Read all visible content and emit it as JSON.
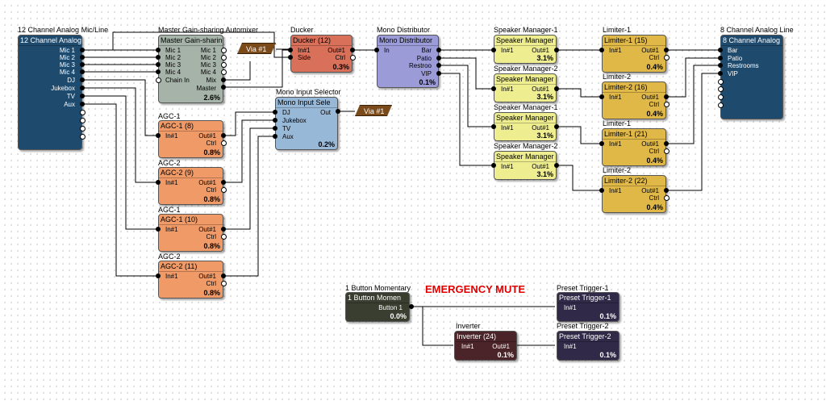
{
  "labels": {
    "analog_in": "12 Channel Analog Mic/Line",
    "automixer": "Master Gain-sharing Automixer",
    "ducker": "Ducker",
    "mono_dist": "Mono Distributor",
    "spk1": "Speaker Manager-1",
    "spk2": "Speaker Manager-2",
    "spk3": "Speaker Manager-1",
    "spk4": "Speaker Manager-2",
    "lim1": "Limiter-1",
    "lim2": "Limiter-2",
    "lim3": "Limiter-1",
    "lim4": "Limiter-2",
    "analog_out": "8 Channel Analog Line",
    "mono_sel": "Mono Input Selector",
    "agc1": "AGC-1",
    "agc2": "AGC-2",
    "agc3": "AGC-1",
    "agc4": "AGC-2",
    "momentary": "1 Button Momentary",
    "preset1": "Preset Trigger-1",
    "preset2": "Preset Trigger-2",
    "inverter": "Inverter",
    "emergency": "EMERGENCY MUTE"
  },
  "blocks": {
    "analog_in": {
      "title": "12 Channel Analog",
      "pins": [
        "Mic 1",
        "Mic 2",
        "Mic 3",
        "Mic 4",
        "DJ",
        "Jukebox",
        "TV",
        "Aux"
      ]
    },
    "automixer": {
      "title": "Master Gain-sharing",
      "in_pins": [
        "Mic 1",
        "Mic 2",
        "Mic 3",
        "Mic 4",
        "Chain In"
      ],
      "out_pins": [
        "Mic 1",
        "Mic 2",
        "Mic 3",
        "Mic 4",
        "Mix",
        "Master"
      ],
      "pct": "2.6%"
    },
    "ducker": {
      "title": "Ducker (12)",
      "in_pins": [
        "In#1",
        "Side"
      ],
      "out_pins": [
        "Out#1",
        "Ctrl"
      ],
      "pct": "0.3%"
    },
    "mono_dist": {
      "title": "Mono Distributor",
      "in_pins": [
        "In"
      ],
      "out_pins": [
        "Bar",
        "Patio",
        "Restroo",
        "VIP"
      ],
      "pct": "0.1%"
    },
    "spk1": {
      "title": "Speaker Manager",
      "in": "In#1",
      "out": "Out#1",
      "pct": "3.1%"
    },
    "spk2": {
      "title": "Speaker Manager",
      "in": "In#1",
      "out": "Out#1",
      "pct": "3.1%"
    },
    "spk3": {
      "title": "Speaker Manager",
      "in": "In#1",
      "out": "Out#1",
      "pct": "3.1%"
    },
    "spk4": {
      "title": "Speaker Manager",
      "in": "In#1",
      "out": "Out#1",
      "pct": "3.1%"
    },
    "lim1": {
      "title": "Limiter-1 (15)",
      "in": "In#1",
      "out": "Out#1",
      "ctrl": "Ctrl",
      "pct": "0.4%"
    },
    "lim2": {
      "title": "Limiter-2 (16)",
      "in": "In#1",
      "out": "Out#1",
      "ctrl": "Ctrl",
      "pct": "0.4%"
    },
    "lim3": {
      "title": "Limiter-1 (21)",
      "in": "In#1",
      "out": "Out#1",
      "ctrl": "Ctrl",
      "pct": "0.4%"
    },
    "lim4": {
      "title": "Limiter-2 (22)",
      "in": "In#1",
      "out": "Out#1",
      "ctrl": "Ctrl",
      "pct": "0.4%"
    },
    "analog_out": {
      "title": "8 Channel Analog",
      "pins": [
        "Bar",
        "Patio",
        "Restrooms",
        "VIP"
      ]
    },
    "mono_sel": {
      "title": "Mono Input Sele",
      "in_pins": [
        "DJ",
        "Jukebox",
        "TV",
        "Aux"
      ],
      "out": "Out",
      "pct": "0.2%"
    },
    "agc1": {
      "title": "AGC-1 (8)",
      "in": "In#1",
      "out": "Out#1",
      "ctrl": "Ctrl",
      "pct": "0.8%"
    },
    "agc2": {
      "title": "AGC-2 (9)",
      "in": "In#1",
      "out": "Out#1",
      "ctrl": "Ctrl",
      "pct": "0.8%"
    },
    "agc3": {
      "title": "AGC-1 (10)",
      "in": "In#1",
      "out": "Out#1",
      "ctrl": "Ctrl",
      "pct": "0.8%"
    },
    "agc4": {
      "title": "AGC-2 (11)",
      "in": "In#1",
      "out": "Out#1",
      "ctrl": "Ctrl",
      "pct": "0.8%"
    },
    "momentary": {
      "title": "1 Button Momen",
      "out": "Button 1",
      "pct": "0.0%"
    },
    "inverter": {
      "title": "Inverter (24)",
      "in": "In#1",
      "out": "Out#1",
      "pct": "0.1%"
    },
    "preset1": {
      "title": "Preset Trigger-1",
      "in": "In#1",
      "pct": "0.1%"
    },
    "preset2": {
      "title": "Preset Trigger-2",
      "in": "In#1",
      "pct": "0.1%"
    }
  },
  "via": {
    "via1": "Via #1",
    "via2": "Via #1"
  },
  "colors": {
    "analog": "#1e4a6e",
    "automixer": "#a5b3a8",
    "ducker": "#d9705a",
    "mono_dist": "#9b9bd8",
    "speaker": "#eeee90",
    "limiter": "#e0b848",
    "mono_sel": "#98b8d8",
    "agc": "#f09a68",
    "momentary": "#3a3e30",
    "inverter": "#4a2428",
    "preset": "#302a48",
    "emergency": "#e00000"
  }
}
